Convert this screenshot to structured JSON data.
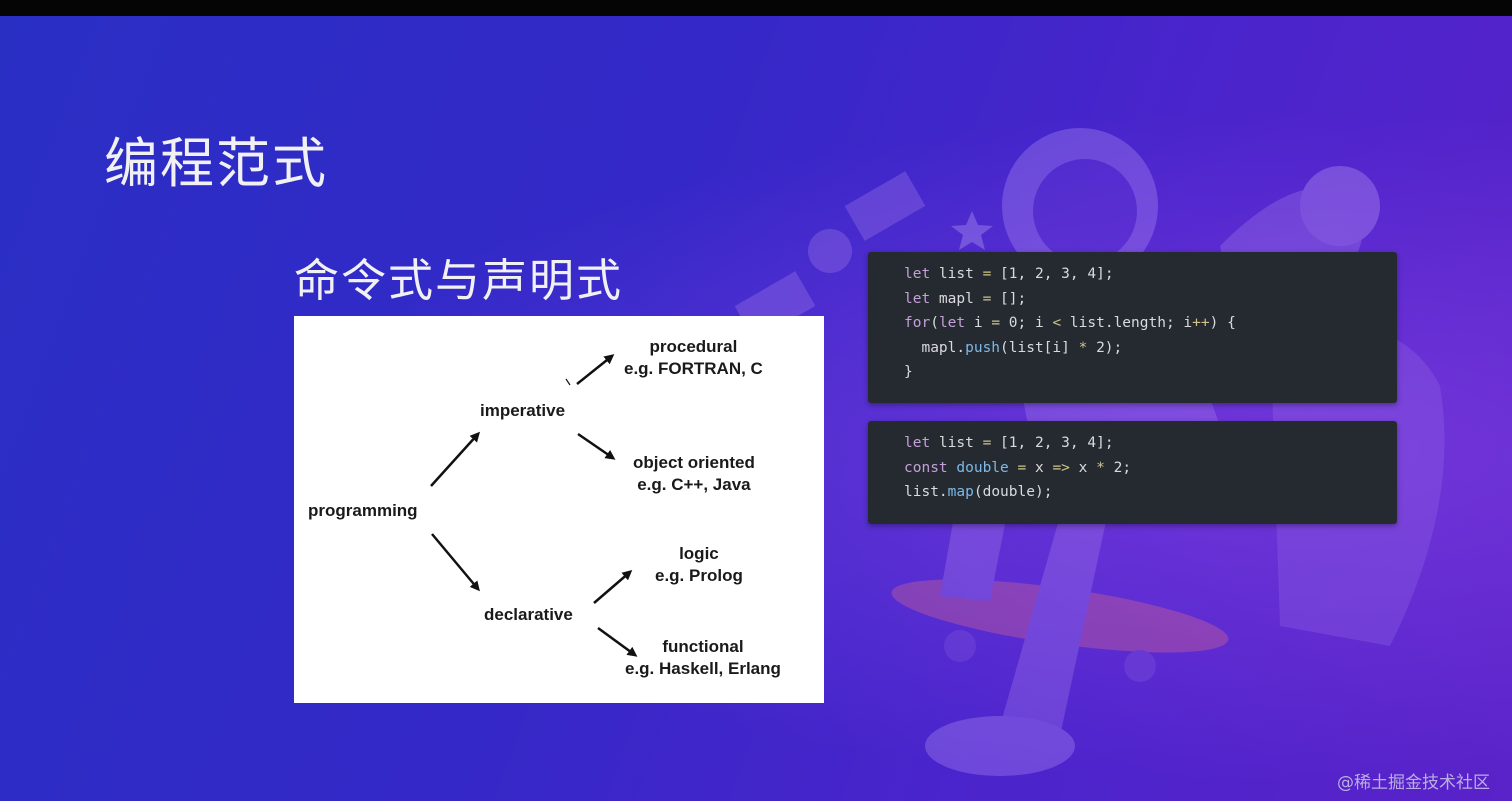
{
  "slide": {
    "title": "编程范式",
    "subtitle": "命令式与声明式"
  },
  "diagram": {
    "root": "programming",
    "imperative": "imperative",
    "declarative": "declarative",
    "procedural_title": "procedural",
    "procedural_example": "e.g. FORTRAN, C",
    "oo_title": "object oriented",
    "oo_example": "e.g. C++, Java",
    "logic_title": "logic",
    "logic_example": "e.g. Prolog",
    "functional_title": "functional",
    "functional_example": "e.g. Haskell, Erlang"
  },
  "code_imperative": {
    "lines": [
      "let list = [1, 2, 3, 4];",
      "let mapl = [];",
      "for(let i = 0; i < list.length; i++) {",
      "  mapl.push(list[i] * 2);",
      "}"
    ]
  },
  "code_declarative": {
    "lines": [
      "let list = [1, 2, 3, 4];",
      "const double = x => x * 2;",
      "list.map(double);"
    ]
  },
  "watermark": "@稀土掘金技术社区",
  "colors": {
    "background_start": "#2a2fc4",
    "background_end": "#5a22c9",
    "code_background": "#252a31",
    "keyword": "#c4a0d8",
    "function": "#7cb9e8"
  }
}
